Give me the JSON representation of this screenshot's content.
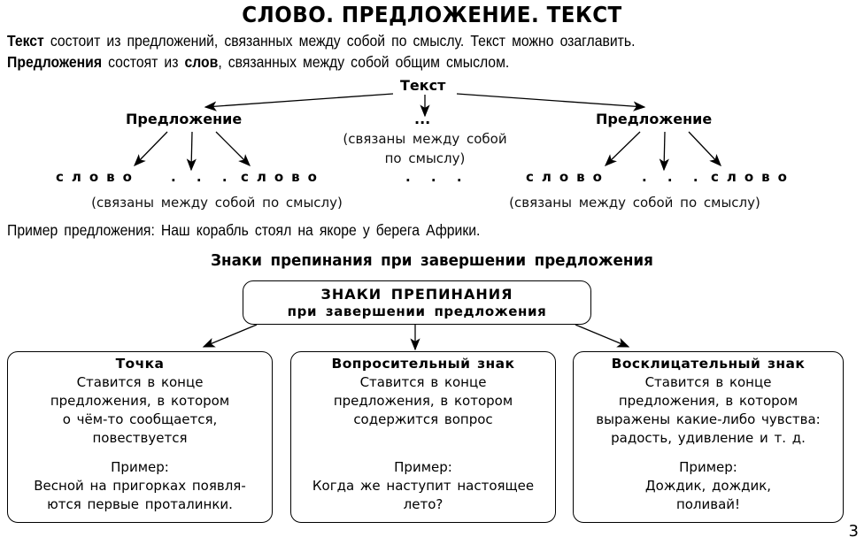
{
  "title": "СЛОВО. ПРЕДЛОЖЕНИЕ. ТЕКСТ",
  "intro": {
    "line1": {
      "bold": "Текст",
      "rest": " состоит из предложений, связанных между собой по смыслу. Текст можно озаглавить."
    },
    "line2": {
      "bold1": "Предложения",
      "mid": " состоят из ",
      "bold2": "слов",
      "rest": ", связанных между собой общим смыслом."
    }
  },
  "tree": {
    "root": "Текст",
    "root_middle": "...",
    "root_middle_note": [
      "(связаны между собой",
      "по смыслу)"
    ],
    "sentence_left": "Предложение",
    "sentence_right": "Предложение",
    "word": "слово",
    "ellipsis": ". . .",
    "left_words": [
      "слово",
      ". . .",
      "слово"
    ],
    "right_words": [
      "слово",
      ". . .",
      "слово"
    ],
    "middle_words": ". . .",
    "words_note": "(связаны между собой по смыслу)"
  },
  "example_sentence": "Пример предложения: Наш корабль стоял на якоре у берега Африки.",
  "punctuation": {
    "heading": "Знаки препинания при завершении предложения",
    "box_title": "ЗНАКИ ПРЕПИНАНИЯ",
    "box_subtitle": "при завершении предложения",
    "cards": [
      {
        "title": "Точка",
        "description": [
          "Ставится в конце",
          "предложения, в котором",
          "о чём-то сообщается,",
          "повествуется"
        ],
        "example_label": "Пример:",
        "example": [
          "Весной на пригорках появля-",
          "ются первые проталинки."
        ]
      },
      {
        "title": "Вопросительный знак",
        "description": [
          "Ставится в конце",
          "предложения, в котором",
          "содержится вопрос"
        ],
        "example_label": "Пример:",
        "example": [
          "Когда же наступит настоящее",
          "лето?"
        ]
      },
      {
        "title": "Восклицательный знак",
        "description": [
          "Ставится в конце",
          "предложения, в котором",
          "выражены какие-либо чувства:",
          "радость, удивление и т. д."
        ],
        "example_label": "Пример:",
        "example": [
          "Дождик, дождик,",
          "поливай!"
        ]
      }
    ]
  },
  "page_number": "3"
}
